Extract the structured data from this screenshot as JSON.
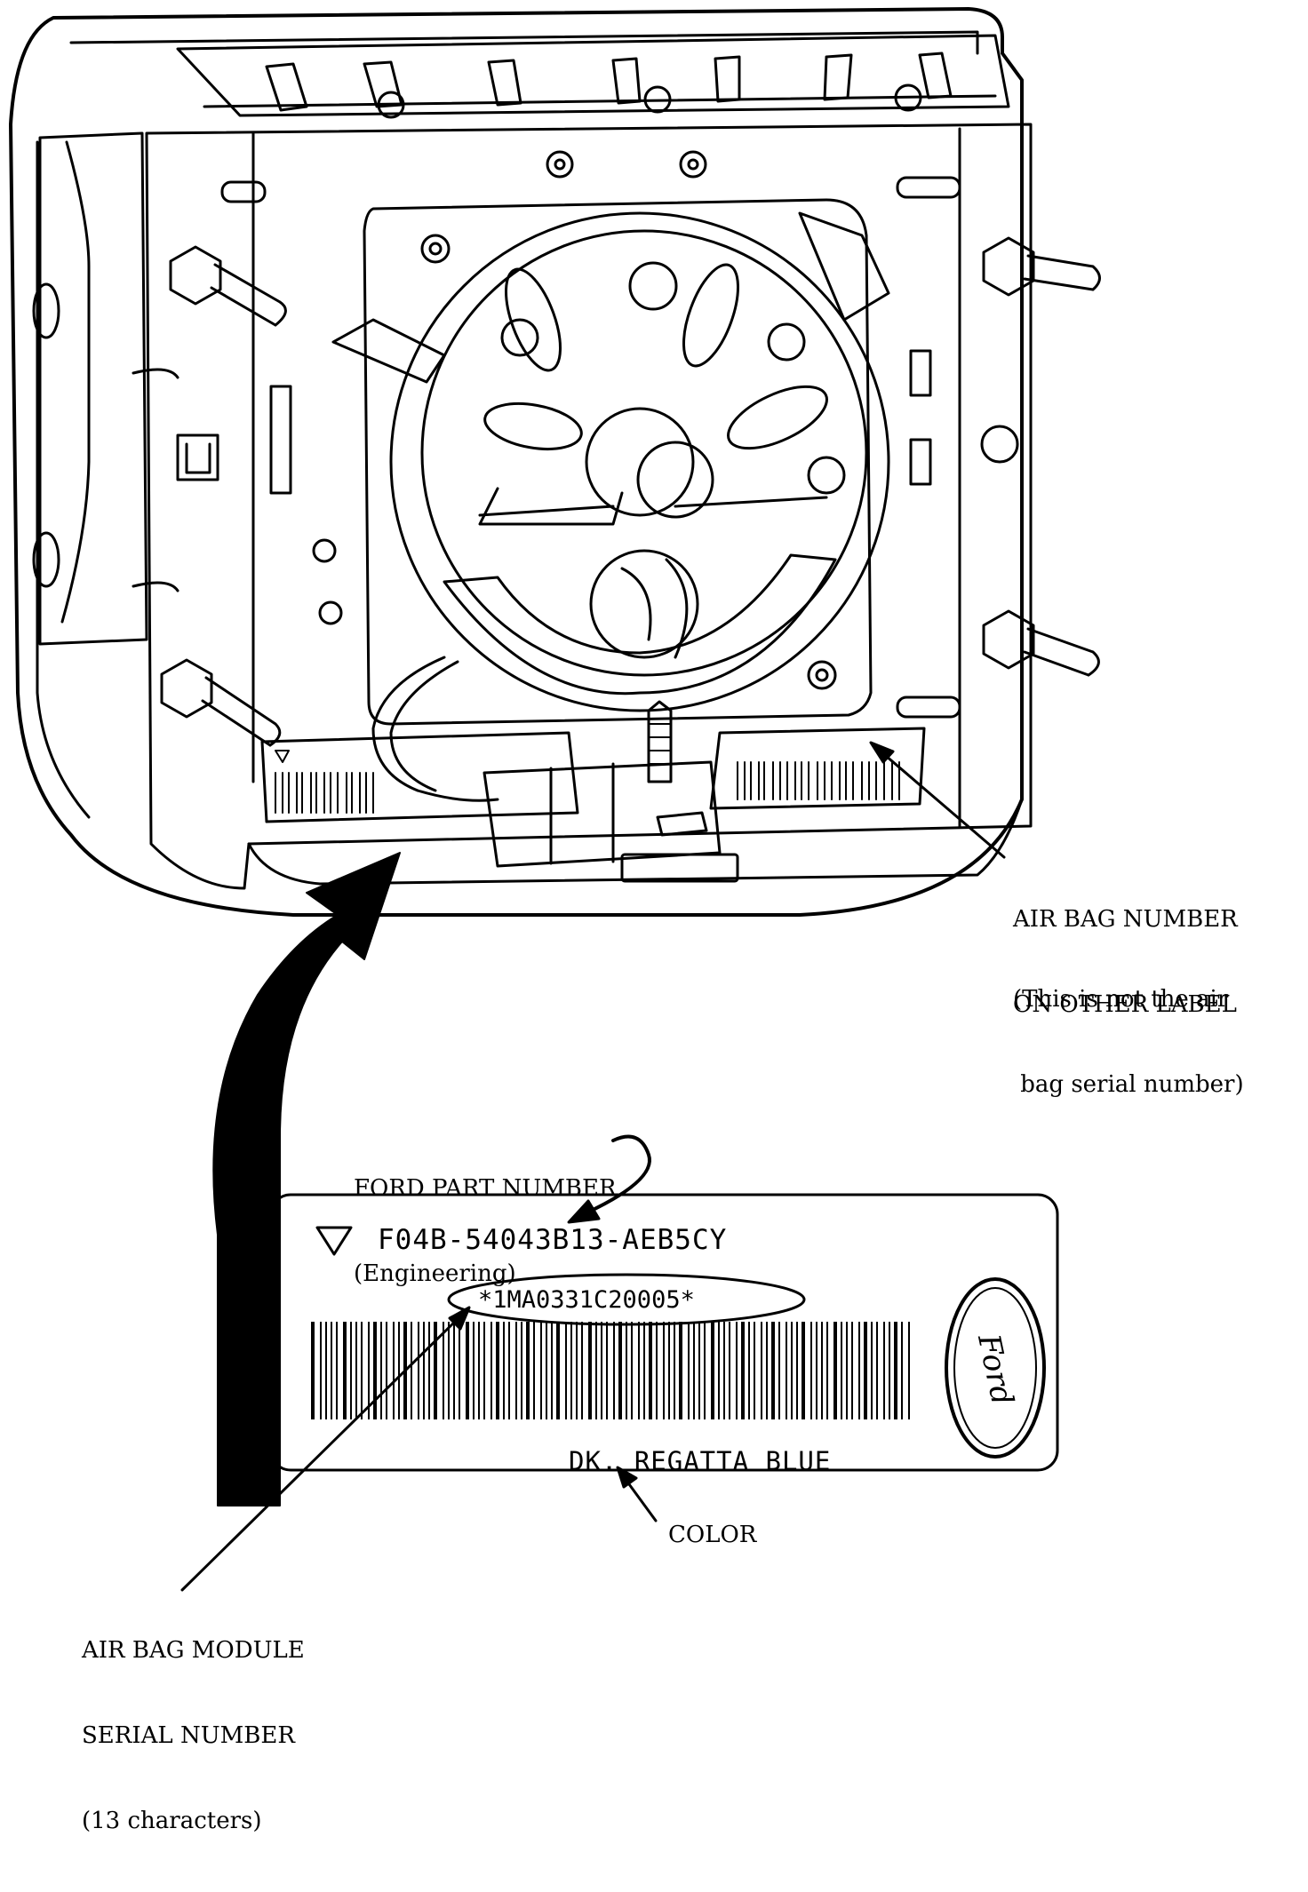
{
  "callouts": {
    "airbag_number_other_label": [
      "AIR BAG NUMBER",
      "ON OTHER LABEL"
    ],
    "not_serial_note": [
      "(This is not the air",
      " bag serial number)"
    ],
    "ford_part_number": [
      "FORD PART NUMBER",
      "(Engineering)"
    ],
    "color": "COLOR",
    "module_serial_number": [
      "AIR BAG MODULE",
      "SERIAL NUMBER",
      "(13 characters)"
    ]
  },
  "label": {
    "part_number": "F04B-54043B13-AEB5CY",
    "serial_number": "*1MA0331C20005*",
    "color_name": "DK. REGATTA BLUE",
    "logo": "Ford"
  }
}
